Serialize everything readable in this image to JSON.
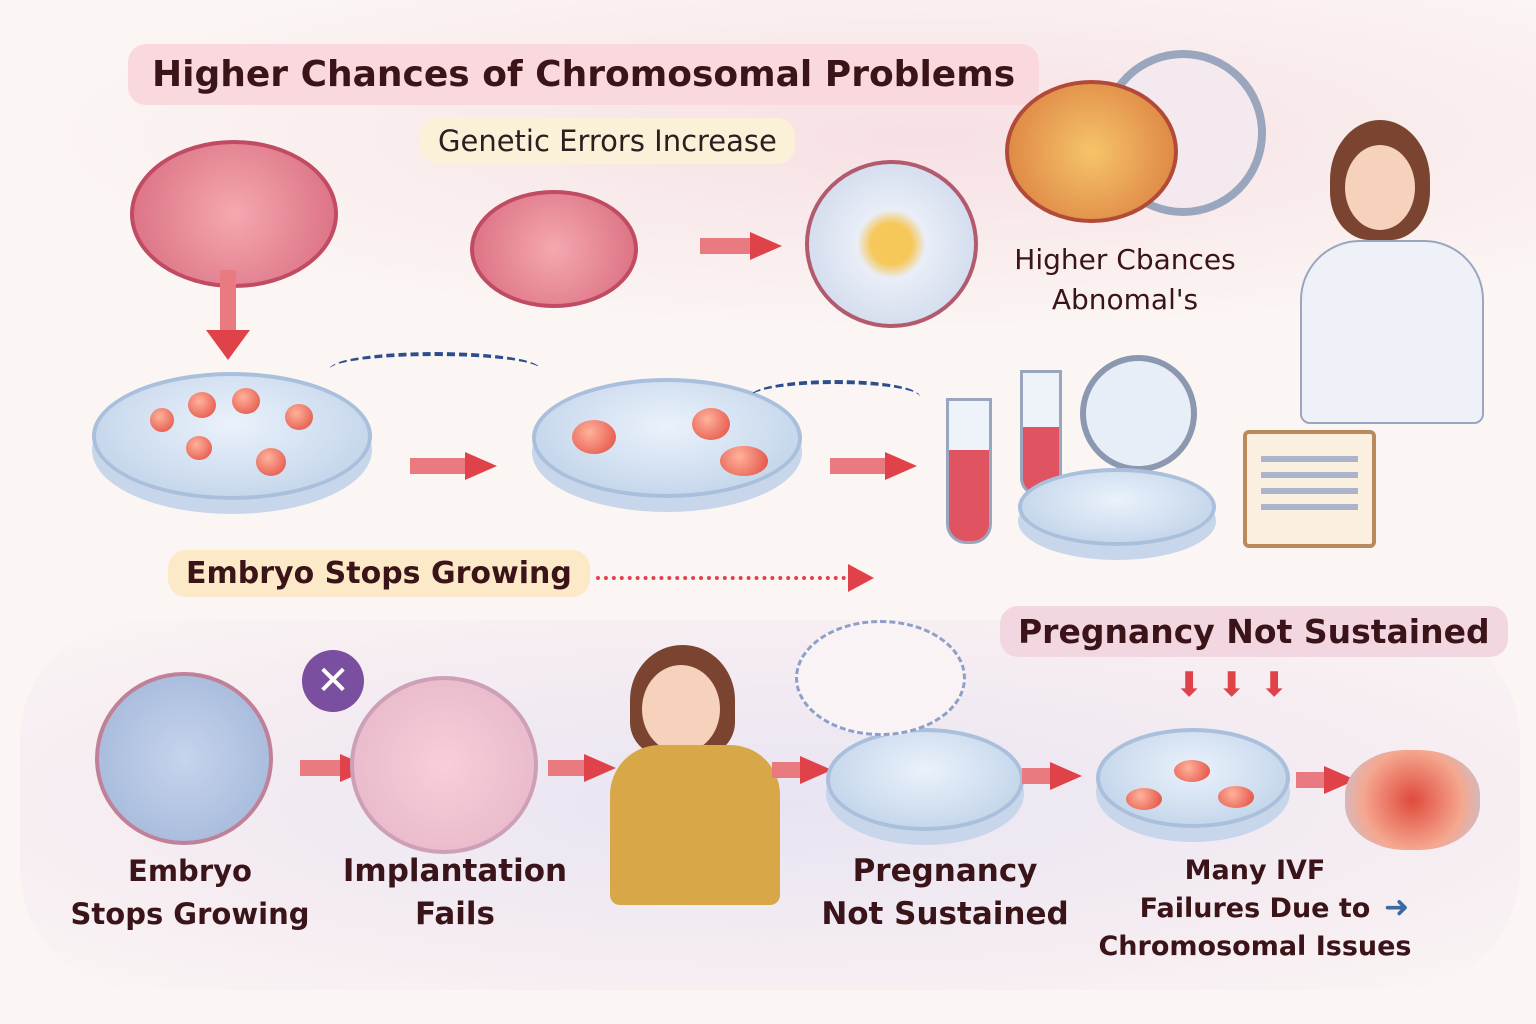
{
  "title": "Higher Chances of Chromosomal Problems",
  "subtitle": "Genetic Errors Increase",
  "callout": {
    "line1": "Higher Cbances",
    "line2": "Abnomal's"
  },
  "mid_label": "Embryo Stops Growing",
  "right_banner": "Pregnancy Not Sustained",
  "steps": [
    {
      "line1": "Embryo",
      "line2": "Stops Growing"
    },
    {
      "line1": "Implantation",
      "line2": "Fails"
    },
    {
      "line1": "Pregnancy",
      "line2": "Not Sustained"
    },
    {
      "line1": "Many IVF",
      "line2": "Failures Due to",
      "line3": "Chromosomal Issues"
    }
  ],
  "colors": {
    "accent": "#e0424a",
    "title_bg": "#f9d9de",
    "text": "#3a1418",
    "label_bg": "#fbe9c8"
  }
}
